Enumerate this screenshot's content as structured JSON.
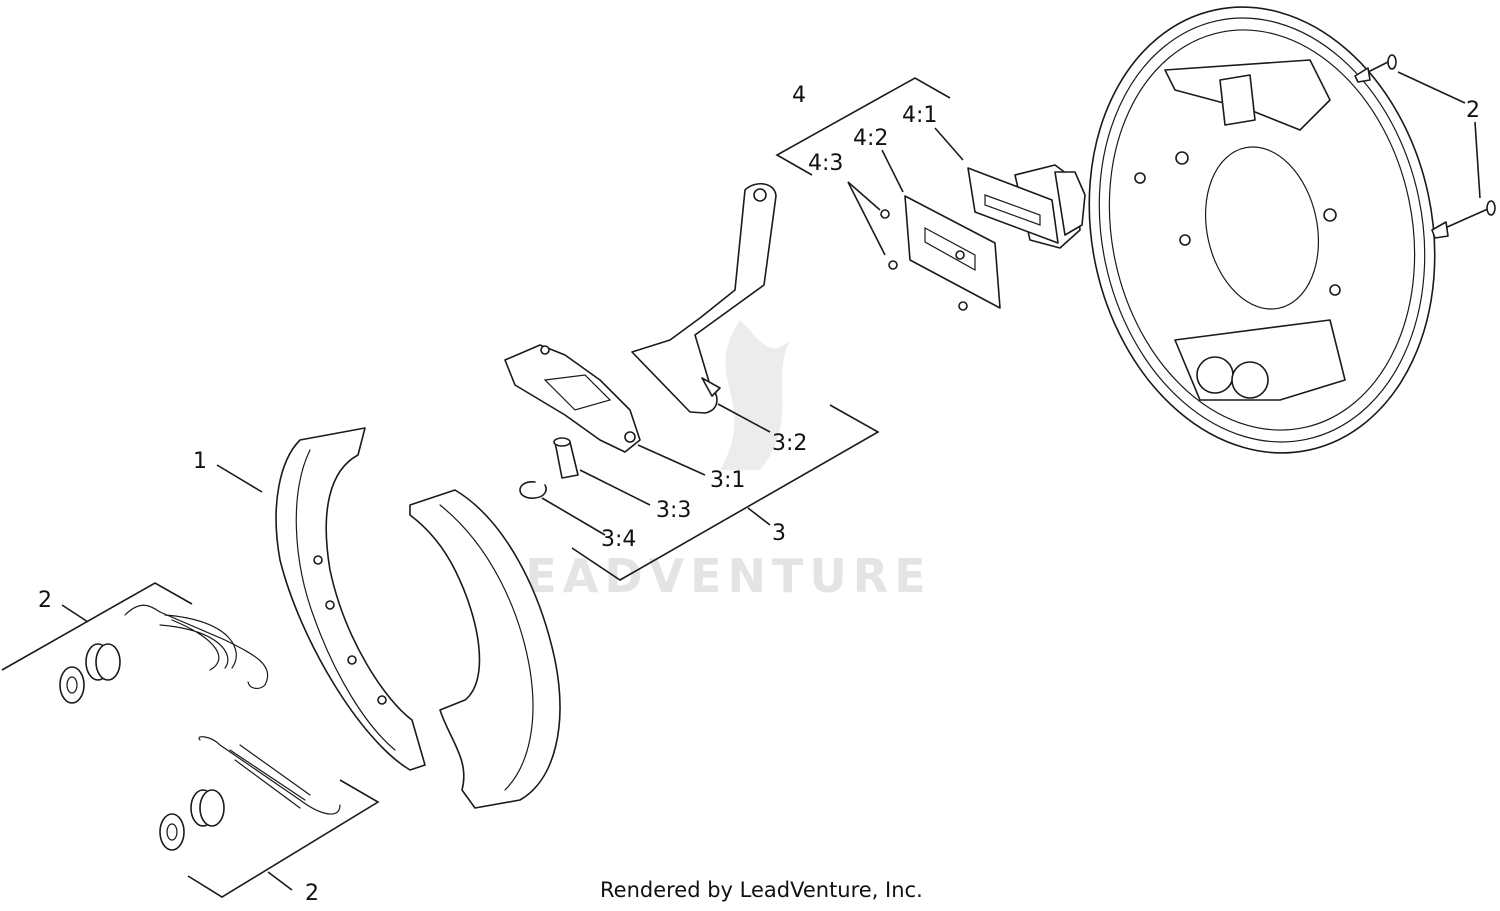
{
  "callouts": {
    "shoe": "1",
    "spring_lower": "2",
    "spring_upper": "2",
    "backing_bolts": "2",
    "lever_assembly": "3",
    "lever_plate": "3:1",
    "lever_arm": "3:2",
    "pin": "3:3",
    "clip": "3:4",
    "boot_assembly": "4",
    "boot_gasket": "4:1",
    "boot_plate": "4:2",
    "boot_screws": "4:3"
  },
  "watermark": "LEADVENTURE",
  "footer": "Rendered by LeadVenture, Inc."
}
